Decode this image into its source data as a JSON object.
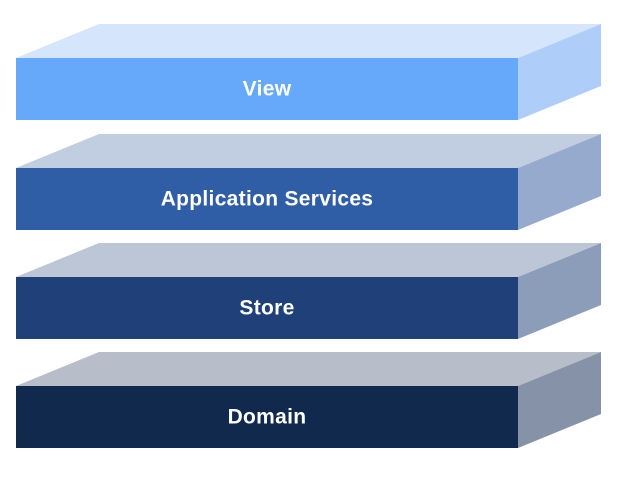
{
  "diagram": {
    "type": "layered-architecture-stack",
    "background": "#ffffff",
    "label_color": "#ffffff",
    "layers": [
      {
        "label": "View",
        "colors": {
          "front": "#66a9fa",
          "top": "#d5e5fb",
          "side": "#afcdf9"
        }
      },
      {
        "label": "Application Services",
        "colors": {
          "front": "#2f5da6",
          "top": "#c1cde0",
          "side": "#96aace"
        }
      },
      {
        "label": "Store",
        "colors": {
          "front": "#1f4078",
          "top": "#bdc6d6",
          "side": "#8c9db9"
        }
      },
      {
        "label": "Domain",
        "colors": {
          "front": "#12294e",
          "top": "#b7bdc9",
          "side": "#8592a8"
        }
      }
    ]
  }
}
